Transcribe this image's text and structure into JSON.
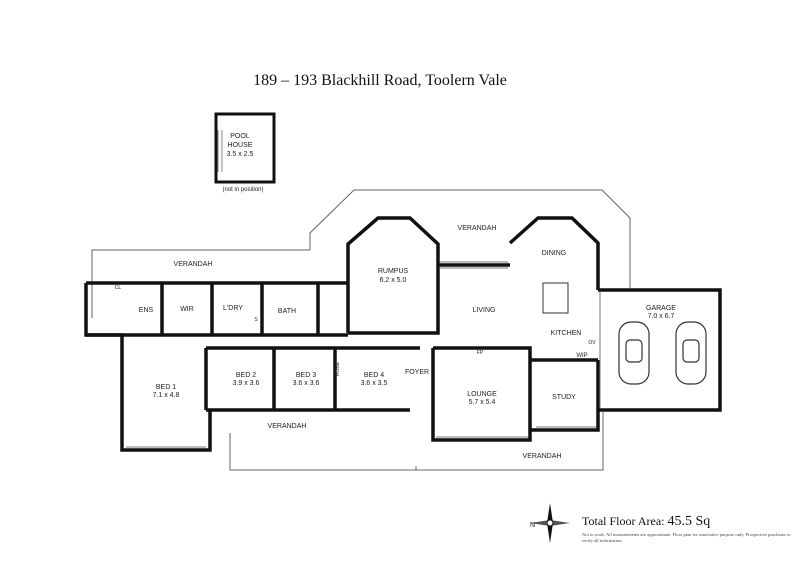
{
  "title": "189 – 193 Blackhill Road, Toolern Vale",
  "pool_house": {
    "line1": "POOL",
    "line2": "HOUSE",
    "dims": "3.5 x 2.5",
    "note": "(not in position)"
  },
  "rooms": {
    "verandah_left": "VERANDAH",
    "verandah_top": "VERANDAH",
    "verandah_bottom_left": "VERANDAH",
    "verandah_bottom_right": "VERANDAH",
    "rumpus": {
      "name": "RUMPUS",
      "dims": "6.2 x 5.0"
    },
    "dining": "DINING",
    "living": "LIVING",
    "kitchen": "KITCHEN",
    "garage": {
      "name": "GARAGE",
      "dims": "7.0 x 6.7"
    },
    "ens": "ENS",
    "wir": "WIR",
    "ldry": "L'DRY",
    "bath": "BATH",
    "bed1": {
      "name": "BED 1",
      "dims": "7.1 x 4.8"
    },
    "bed2": {
      "name": "BED 2",
      "dims": "3.9 x 3.6"
    },
    "bed3": {
      "name": "BED 3",
      "dims": "3.6 x 3.6"
    },
    "bed4": {
      "name": "BED 4",
      "dims": "3.6 x 3.5"
    },
    "foyer": "FOYER",
    "lounge": {
      "name": "LOUNGE",
      "dims": "5.7 x 5.4"
    },
    "study": "STUDY",
    "wip": "WIP",
    "robe": "ROBE",
    "cl": "CL",
    "fp": "FP",
    "s": "S",
    "ov": "OV"
  },
  "total_floor_area": {
    "label": "Total Floor Area:",
    "value": "45.5 Sq"
  },
  "disclaimer": "Not to scale. All measurements are approximate. Floor plan for innovative purpose only. Prospective purchaser to verify all information.",
  "compass_letter": "N",
  "colors": {
    "wall": "#111111",
    "thin_line": "#555555",
    "window": "#777777"
  }
}
